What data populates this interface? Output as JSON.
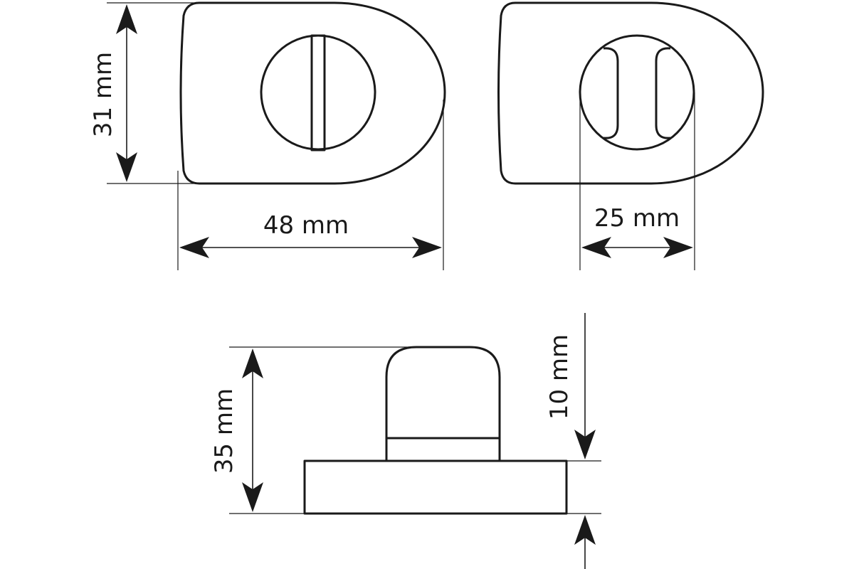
{
  "dimensions": {
    "height_front": "31 mm",
    "width_front": "48 mm",
    "knob_diameter": "25 mm",
    "total_height_side": "35 mm",
    "base_thickness": "10 mm"
  },
  "colors": {
    "line": "#1a1a1a",
    "background": "#ffffff"
  }
}
